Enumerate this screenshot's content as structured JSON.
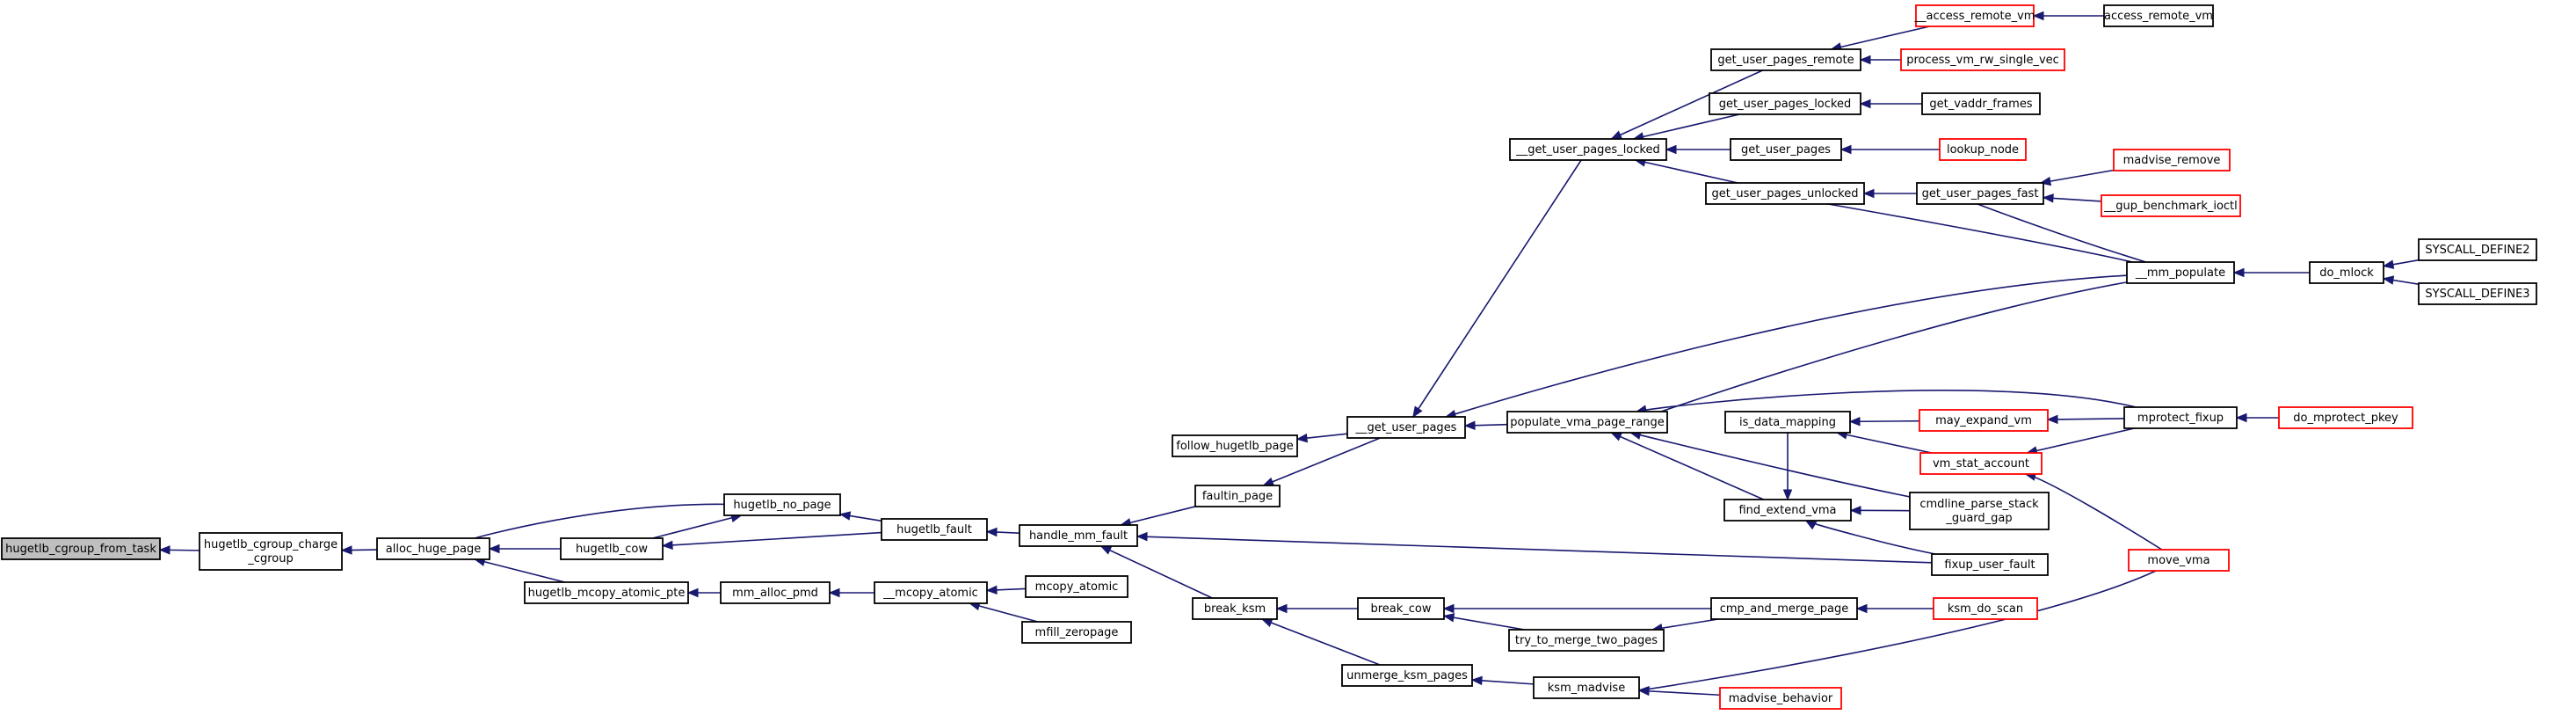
{
  "colors": {
    "edge": "#191970",
    "border_normal": "#000000",
    "border_truncated": "#ff0000",
    "current_fill": "#bfbfbf"
  },
  "nodes": [
    {
      "id": "n0",
      "label": "hugetlb_cgroup_from_task",
      "current": true
    },
    {
      "id": "n1",
      "label": [
        "hugetlb_cgroup_charge",
        "_cgroup"
      ]
    },
    {
      "id": "n2",
      "label": "alloc_huge_page"
    },
    {
      "id": "n3",
      "label": "hugetlb_no_page"
    },
    {
      "id": "n4",
      "label": "hugetlb_cow"
    },
    {
      "id": "n5",
      "label": "hugetlb_mcopy_atomic_pte"
    },
    {
      "id": "n6",
      "label": "hugetlb_fault"
    },
    {
      "id": "n7",
      "label": "mm_alloc_pmd"
    },
    {
      "id": "n8",
      "label": "__mcopy_atomic"
    },
    {
      "id": "n9",
      "label": "mcopy_atomic"
    },
    {
      "id": "n10",
      "label": "mfill_zeropage"
    },
    {
      "id": "n11",
      "label": "handle_mm_fault"
    },
    {
      "id": "n12",
      "label": "follow_hugetlb_page"
    },
    {
      "id": "n13",
      "label": "faultin_page"
    },
    {
      "id": "n14",
      "label": "break_ksm"
    },
    {
      "id": "n15",
      "label": "__get_user_pages"
    },
    {
      "id": "n16",
      "label": "break_cow"
    },
    {
      "id": "n17",
      "label": "unmerge_ksm_pages"
    },
    {
      "id": "n18",
      "label": "try_to_merge_two_pages"
    },
    {
      "id": "n19",
      "label": "__get_user_pages_locked"
    },
    {
      "id": "n20",
      "label": "populate_vma_page_range"
    },
    {
      "id": "n21",
      "label": "ksm_madvise"
    },
    {
      "id": "n22",
      "label": "get_user_pages_remote"
    },
    {
      "id": "n23",
      "label": "get_user_pages_locked"
    },
    {
      "id": "n24",
      "label": "get_user_pages"
    },
    {
      "id": "n25",
      "label": "get_user_pages_unlocked"
    },
    {
      "id": "n26",
      "label": "is_data_mapping"
    },
    {
      "id": "n27",
      "label": "find_extend_vma"
    },
    {
      "id": "n28",
      "label": "cmp_and_merge_page"
    },
    {
      "id": "n29",
      "label": "madvise_behavior",
      "truncated": true
    },
    {
      "id": "n30",
      "label": "__access_remote_vm",
      "truncated": true
    },
    {
      "id": "n31",
      "label": "process_vm_rw_single_vec",
      "truncated": true
    },
    {
      "id": "n32",
      "label": "get_vaddr_frames"
    },
    {
      "id": "n33",
      "label": "lookup_node",
      "truncated": true
    },
    {
      "id": "n34",
      "label": "get_user_pages_fast"
    },
    {
      "id": "n35",
      "label": "may_expand_vm",
      "truncated": true
    },
    {
      "id": "n36",
      "label": "vm_stat_account",
      "truncated": true
    },
    {
      "id": "n37",
      "label": [
        "cmdline_parse_stack",
        "_guard_gap"
      ]
    },
    {
      "id": "n38",
      "label": "fixup_user_fault"
    },
    {
      "id": "n39",
      "label": "ksm_do_scan",
      "truncated": true
    },
    {
      "id": "n40",
      "label": "access_remote_vm"
    },
    {
      "id": "n41",
      "label": "madvise_remove",
      "truncated": true
    },
    {
      "id": "n42",
      "label": "__gup_benchmark_ioctl",
      "truncated": true
    },
    {
      "id": "n43",
      "label": "__mm_populate"
    },
    {
      "id": "n44",
      "label": "mprotect_fixup"
    },
    {
      "id": "n45",
      "label": "move_vma",
      "truncated": true
    },
    {
      "id": "n46",
      "label": "do_mlock"
    },
    {
      "id": "n47",
      "label": "do_mprotect_pkey",
      "truncated": true
    },
    {
      "id": "n48",
      "label": "SYSCALL_DEFINE2"
    },
    {
      "id": "n49",
      "label": "SYSCALL_DEFINE3"
    }
  ],
  "edges": [
    [
      "n1",
      "n0"
    ],
    [
      "n2",
      "n1"
    ],
    [
      "n3",
      "n2"
    ],
    [
      "n4",
      "n2"
    ],
    [
      "n5",
      "n2"
    ],
    [
      "n6",
      "n3"
    ],
    [
      "n4",
      "n3"
    ],
    [
      "n6",
      "n4"
    ],
    [
      "n7",
      "n5"
    ],
    [
      "n11",
      "n6"
    ],
    [
      "n8",
      "n7"
    ],
    [
      "n9",
      "n8"
    ],
    [
      "n10",
      "n8"
    ],
    [
      "n13",
      "n11"
    ],
    [
      "n14",
      "n11"
    ],
    [
      "n38",
      "n11"
    ],
    [
      "n15",
      "n12"
    ],
    [
      "n15",
      "n13"
    ],
    [
      "n16",
      "n14"
    ],
    [
      "n17",
      "n14"
    ],
    [
      "n19",
      "n15"
    ],
    [
      "n20",
      "n15"
    ],
    [
      "n43",
      "n15"
    ],
    [
      "n28",
      "n16"
    ],
    [
      "n18",
      "n16"
    ],
    [
      "n21",
      "n17"
    ],
    [
      "n28",
      "n18"
    ],
    [
      "n22",
      "n19"
    ],
    [
      "n23",
      "n19"
    ],
    [
      "n24",
      "n19"
    ],
    [
      "n25",
      "n19"
    ],
    [
      "n43",
      "n20"
    ],
    [
      "n44",
      "n20"
    ],
    [
      "n27",
      "n20"
    ],
    [
      "n37",
      "n20"
    ],
    [
      "n29",
      "n21"
    ],
    [
      "n45",
      "n21"
    ],
    [
      "n30",
      "n22"
    ],
    [
      "n31",
      "n22"
    ],
    [
      "n32",
      "n23"
    ],
    [
      "n33",
      "n24"
    ],
    [
      "n34",
      "n25"
    ],
    [
      "n43",
      "n25"
    ],
    [
      "n35",
      "n26"
    ],
    [
      "n36",
      "n26"
    ],
    [
      "n26",
      "n27"
    ],
    [
      "n37",
      "n27"
    ],
    [
      "n38",
      "n27"
    ],
    [
      "n39",
      "n28"
    ],
    [
      "n40",
      "n30"
    ],
    [
      "n41",
      "n34"
    ],
    [
      "n42",
      "n34"
    ],
    [
      "n43",
      "n34"
    ],
    [
      "n44",
      "n35"
    ],
    [
      "n44",
      "n36"
    ],
    [
      "n45",
      "n36"
    ],
    [
      "n46",
      "n43"
    ],
    [
      "n47",
      "n44"
    ],
    [
      "n48",
      "n46"
    ],
    [
      "n49",
      "n46"
    ]
  ]
}
